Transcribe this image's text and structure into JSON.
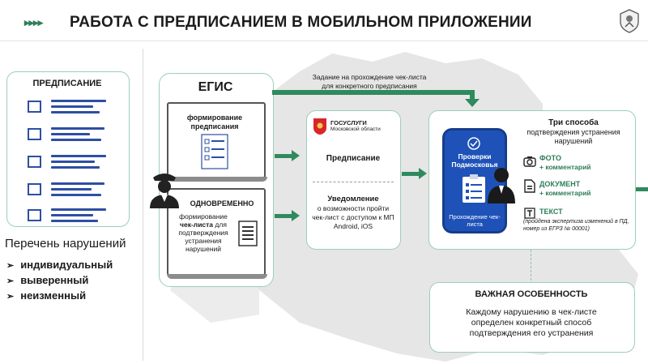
{
  "header": {
    "title": "РАБОТА С ПРЕДПИСАНИЕМ В МОБИЛЬНОМ ПРИЛОЖЕНИИ",
    "chevrons": "▸▸▸▸"
  },
  "left": {
    "card_title": "ПРЕДПИСАНИЕ",
    "list_title": "Перечень нарушений",
    "items": [
      "индивидуальный",
      "выверенный",
      "неизменный"
    ],
    "bullet": "➢"
  },
  "egis": {
    "title": "ЕГИС",
    "form_title": "формирование предписания",
    "simul_title": "ОДНОВРЕМЕННО",
    "simul_text_1": "формирование",
    "simul_text_2": "чек-листа",
    "simul_text_3": "для подтверждения устранения нарушений"
  },
  "top_note": {
    "line1": "Задание на прохождение чек-листа",
    "line2": "для конкретного предписания"
  },
  "gosuslugi": {
    "brand": "ГОСУСЛУГИ",
    "region": "Московской области",
    "label1": "Предписание",
    "label2_title": "Уведомление",
    "label2_text": "о возможности пройти чек-лист с доступом к МП Android, iOS"
  },
  "phone": {
    "screen_title": "Проверки Подмосковья",
    "screen_bottom": "Прохождение чек-листа",
    "ways_title": "Три способа",
    "ways_text": "подтверждения устранения нарушений",
    "methods": [
      {
        "name": "ФОТО",
        "sub": "+ комментарий",
        "icon": "camera-icon"
      },
      {
        "name": "ДОКУМЕНТ",
        "sub": "+ комментарий",
        "icon": "document-icon"
      },
      {
        "name": "ТЕКСТ",
        "sub": "(пройдена экспертиза изменений в ПД, номер из ЕГРЗ № 00001)",
        "icon": "text-icon"
      }
    ]
  },
  "feature": {
    "title": "ВАЖНАЯ ОСОБЕННОСТЬ",
    "text": "Каждому нарушению в чек-листе определен конкретный способ подтверждения его устранения"
  },
  "colors": {
    "accent": "#2f7d5a",
    "border": "#9ccfb6",
    "phone": "#1f52b8",
    "list": "#2d4fa3",
    "map": "#e6e6e6"
  }
}
